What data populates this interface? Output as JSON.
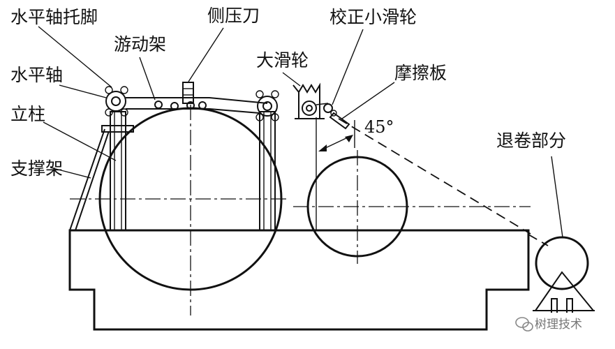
{
  "labels": {
    "horizontal_shaft_bracket": "水平轴托脚",
    "floating_frame": "游动架",
    "side_press_knife": "侧压刀",
    "correction_small_pulley": "校正小滑轮",
    "horizontal_shaft": "水平轴",
    "large_pulley": "大滑轮",
    "friction_plate": "摩擦板",
    "column": "立柱",
    "angle": "45°",
    "unwinding_section": "退卷部分",
    "support_frame": "支撑架"
  },
  "watermark": {
    "text": "树理技术",
    "icon": "wechat-icon"
  }
}
